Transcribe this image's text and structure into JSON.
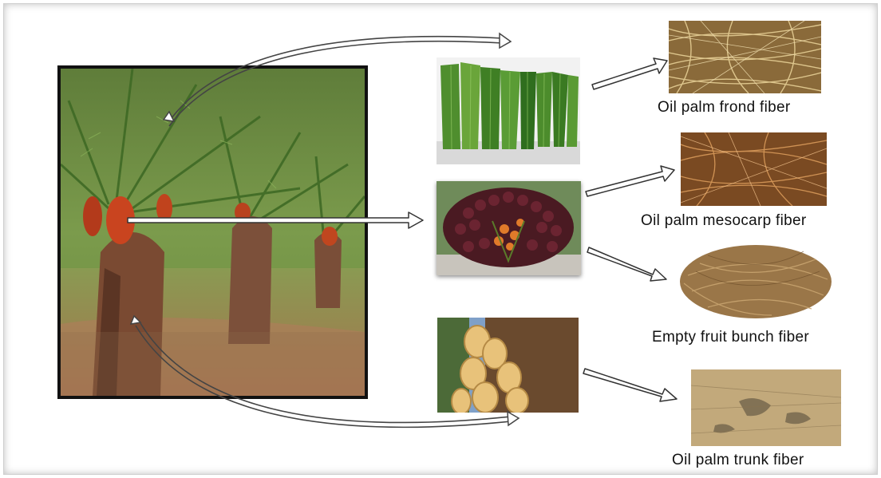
{
  "labels": {
    "frond_fiber": "Oil palm frond fiber",
    "mesocarp_fiber": "Oil palm mesocarp fiber",
    "efb_fiber": "Empty fruit bunch fiber",
    "trunk_fiber": "Oil palm trunk fiber"
  },
  "colors": {
    "frame_border": "#cfcfcf",
    "arrow_stroke": "#333333",
    "arrow_fill": "#ffffff",
    "photo_border": "#111111"
  }
}
